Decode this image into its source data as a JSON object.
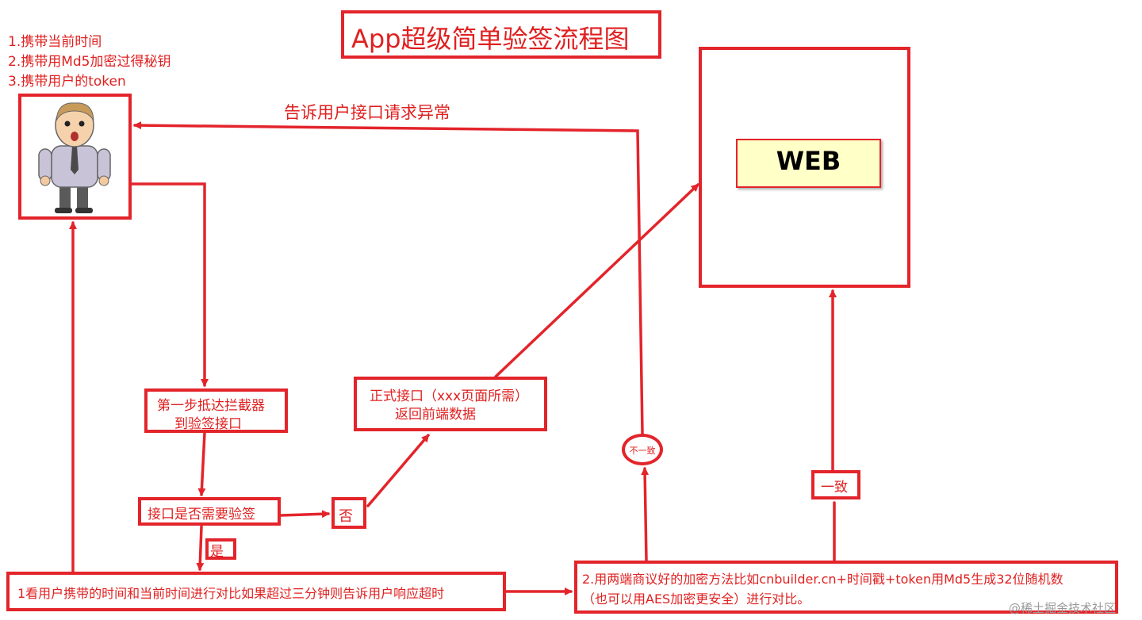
{
  "title": "App超级简单验签流程图",
  "user_notes": [
    "1.携带当前时间",
    "2.携带用Md5加密过得秘钥",
    "3.携带用户的token"
  ],
  "web_label": "WEB",
  "exception_label": "告诉用户接口请求异常",
  "step1": [
    "第一步抵达拦截器",
    "到验签接口"
  ],
  "formal_api": [
    "正式接口（xxx页面所需）",
    "返回前端数据"
  ],
  "need_sign": "接口是否需要验签",
  "no_label": "否",
  "yes_label": "是",
  "mismatch_label": "不一致",
  "match_label": "一致",
  "time_check": "1看用户携带的时间和当前时间进行对比如果超过三分钟则告诉用户响应超时",
  "md5_check": [
    "2.用两端商议好的加密方法比如cnbuilder.cn+时间戳+token用Md5生成32位随机数",
    "（也可以用AES加密更安全）进行对比。"
  ],
  "watermark": "@稀土掘金技术社区",
  "colors": {
    "accent": "#e3242b",
    "web_fill": "#ffffc8"
  }
}
